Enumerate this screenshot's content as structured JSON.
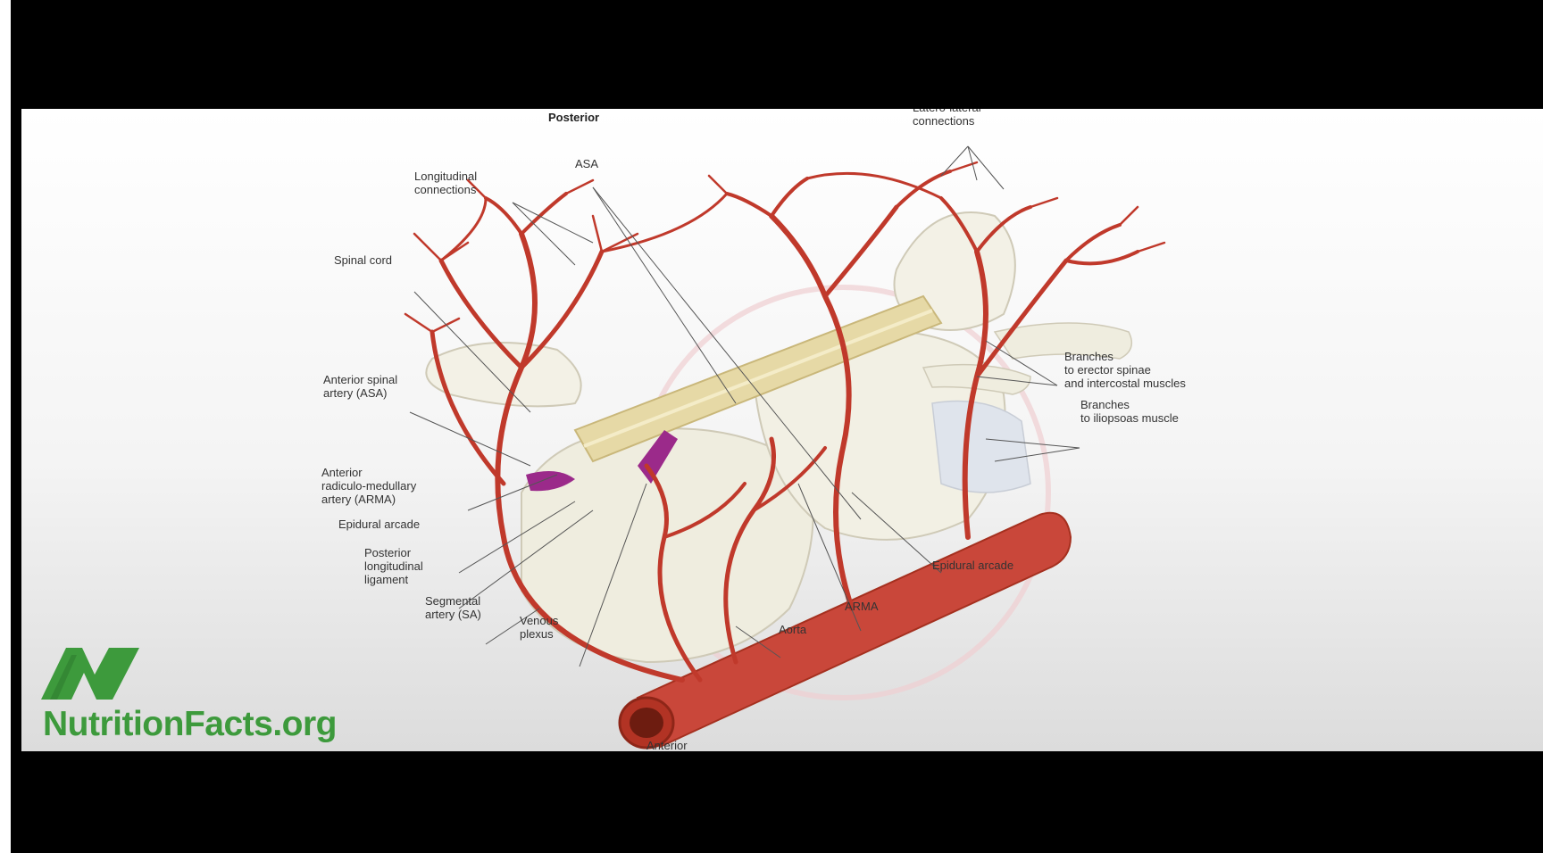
{
  "orientation": {
    "posterior": "Posterior",
    "anterior": "Anterior"
  },
  "labels": {
    "latero_lateral": "Latero-lateral\nconnections",
    "asa_top": "ASA",
    "longitudinal": "Longitudinal\nconnections",
    "spinal_cord": "Spinal cord",
    "branches_erector": "Branches\nto erector spinae\nand intercostal muscles",
    "branches_iliopsoas": "Branches\nto iliopsoas muscle",
    "anterior_spinal_artery": "Anterior spinal\nartery (ASA)",
    "anterior_radiculo": "Anterior\nradiculo-medullary\nartery (ARMA)",
    "epidural_arcade_left": "Epidural arcade",
    "posterior_ligament": "Posterior\nlongitudinal\nligament",
    "segmental_artery": "Segmental\nartery (SA)",
    "venous_plexus": "Venous\nplexus",
    "aorta": "Aorta",
    "arma": "ARMA",
    "epidural_arcade_right": "Epidural arcade"
  },
  "logo": {
    "text": "NutritionFacts.org",
    "color": "#3d9a3c"
  },
  "colors": {
    "artery": "#c0392b",
    "bone": "#efeddf",
    "cord": "#e6d9a6",
    "vein": "#9b2a8a"
  }
}
